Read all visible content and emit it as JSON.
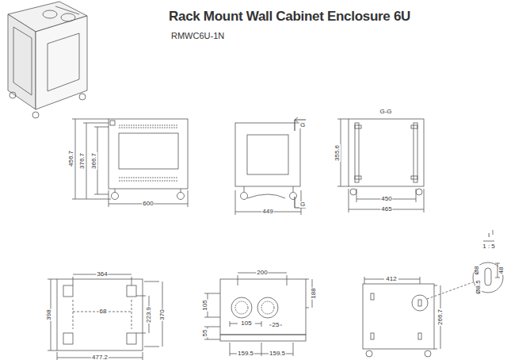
{
  "diagram": {
    "title": "Rack Mount Wall Cabinet Enclosure 6U",
    "labels": [
      "RMWC6U-1N",
      "456.7",
      "376.7",
      "366.7",
      "600",
      "449",
      "G",
      "G",
      "G-G",
      "355.6",
      "450",
      "465",
      "I",
      "1 : 5",
      "Ø8",
      "Ø8.5",
      "48",
      "364",
      "68",
      "223.9",
      "370",
      "398",
      "477.2",
      "200",
      "105",
      "188",
      "105",
      "25",
      "55",
      "159.5",
      "159.5",
      "412",
      "266.7"
    ]
  }
}
